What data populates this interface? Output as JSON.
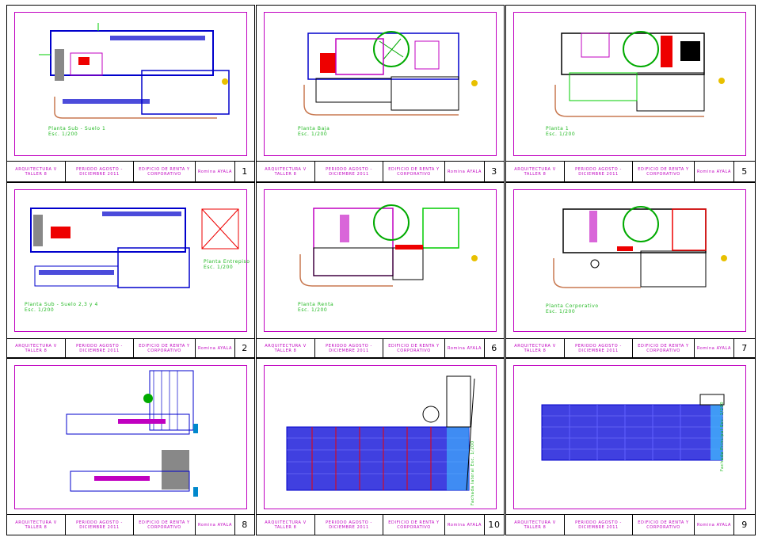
{
  "title_block": {
    "course": "ARQUITECTURA V TALLER 8",
    "period": "PERIODO AGOSTO - DICIEMBRE 2011",
    "project": "EDIFICIO DE RENTA Y CORPORATIVO",
    "author": "Romina AYALA"
  },
  "sheets": [
    {
      "number": "1",
      "caption": "Planta Sub - Suelo 1",
      "scale": "Esc. 1/200"
    },
    {
      "number": "3",
      "caption": "Planta Baja",
      "scale": "Esc. 1/200"
    },
    {
      "number": "5",
      "caption": "Planta 1",
      "scale": "Esc. 1/200"
    },
    {
      "number": "2",
      "caption": "Planta Sub - Suelo 2,3 y 4",
      "scale": "Esc. 1/200",
      "caption2": "Planta Entrepiso",
      "scale2": "Esc. 1/200"
    },
    {
      "number": "6",
      "caption": "Planta Renta",
      "scale": "Esc. 1/200"
    },
    {
      "number": "7",
      "caption": "Planta Corporativo",
      "scale": "Esc. 1/200"
    },
    {
      "number": "8",
      "caption": "",
      "scale": ""
    },
    {
      "number": "10",
      "caption": "Fachada lateral",
      "scale": "Esc. 1/200"
    },
    {
      "number": "9",
      "caption": "Fachada Principal",
      "scale": "Esc. 1/200"
    }
  ],
  "colors": {
    "frame": "#c000c0",
    "plan": "#0000cc",
    "wall": "#c000c0",
    "accent": "#e00000",
    "tree": "#00a000",
    "glass": "#4040e0"
  }
}
